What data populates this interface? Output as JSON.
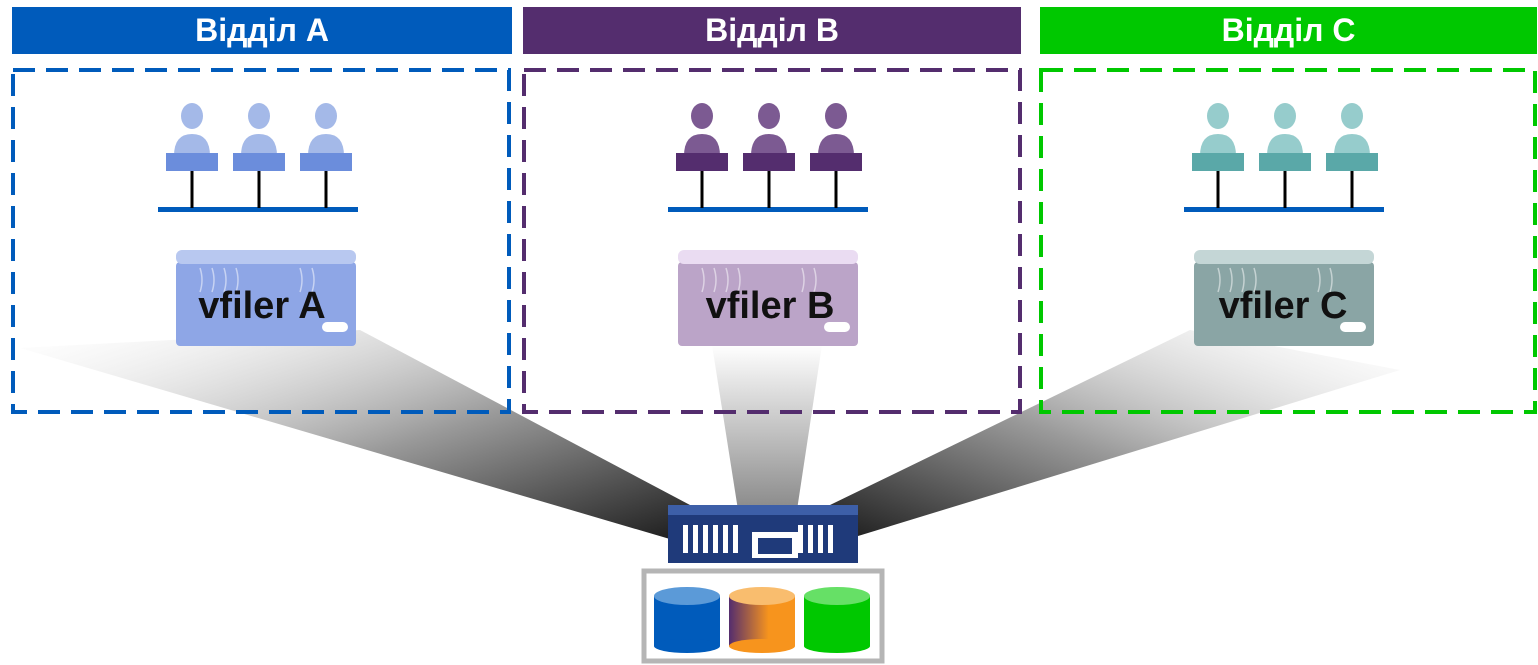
{
  "departments": [
    {
      "title": "Відділ A",
      "vfiler": "vfiler A",
      "color": "#005bbb",
      "user_color": "#a4b9e8",
      "desk_color": "#6b8ddc",
      "server_color": "#8ea6e6",
      "server_top": "#b8c8f0"
    },
    {
      "title": "Відділ B",
      "vfiler": "vfiler B",
      "color": "#542d6e",
      "user_color": "#7c5a92",
      "desk_color": "#542d6e",
      "server_color": "#bba4c8",
      "server_top": "#eadcf2"
    },
    {
      "title": "Відділ C",
      "vfiler": "vfiler C",
      "color": "#00c800",
      "user_color": "#96cccc",
      "desk_color": "#5aa8a8",
      "server_color": "#8aa5a5",
      "server_top": "#c4d6d6"
    }
  ],
  "network_line_color": "#005bbb",
  "storage_colors": [
    "#005bbb",
    "#f7941d",
    "#00c800"
  ],
  "controller_color": "#1f3a7a"
}
